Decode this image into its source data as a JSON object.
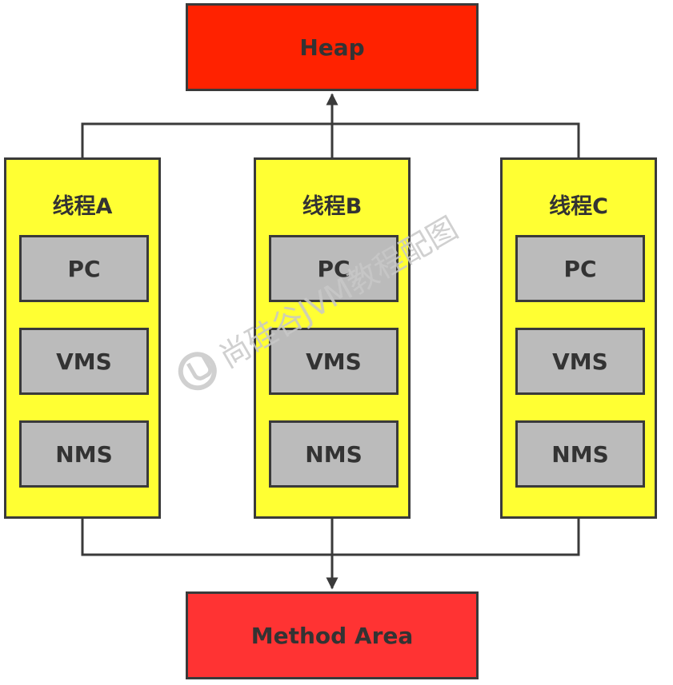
{
  "colors": {
    "heap_fill": "#ff2200",
    "method_fill": "#ff3333",
    "thread_fill": "#ffff33",
    "register_fill": "#bbbbbb",
    "stroke": "#3a3a3a"
  },
  "heap": {
    "label": "Heap"
  },
  "method_area": {
    "label": "Method Area"
  },
  "threads": [
    {
      "label": "线程A",
      "registers": [
        "PC",
        "VMS",
        "NMS"
      ]
    },
    {
      "label": "线程B",
      "registers": [
        "PC",
        "VMS",
        "NMS"
      ]
    },
    {
      "label": "线程C",
      "registers": [
        "PC",
        "VMS",
        "NMS"
      ]
    }
  ],
  "watermark": {
    "text": "尚硅谷JVM教程配图"
  }
}
